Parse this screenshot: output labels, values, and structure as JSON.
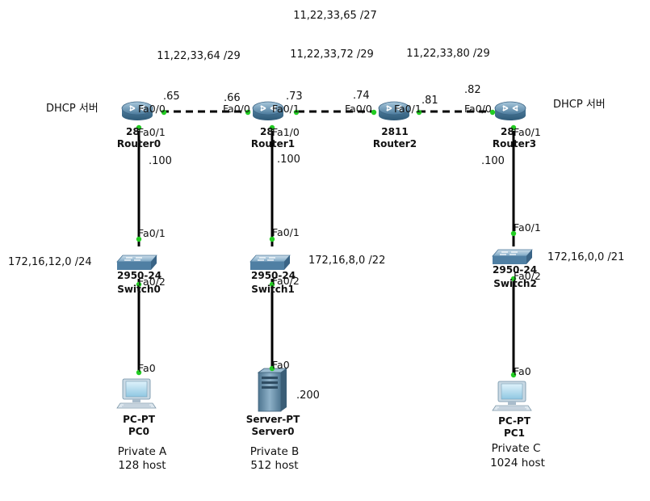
{
  "networks": {
    "top": "11,22,33,65 /27",
    "r0_r1": "11,22,33,64 /29",
    "r1_r2": "11,22,33,72 /29",
    "r2_r3": "11,22,33,80 /29",
    "lan_a": "172,16,12,0 /24",
    "lan_b": "172,16,8,0 /22",
    "lan_c": "172,16,0,0 /21"
  },
  "dhcp_labels": {
    "router0": "DHCP 서버",
    "router3": "DHCP 서버"
  },
  "addresses": {
    "r0_fa00": ".65",
    "r1_fa00": ".66",
    "r1_fa01": ".73",
    "r2_fa00": ".74",
    "r2_fa01": ".81",
    "r3_fa00": ".82",
    "r0_lan": ".100",
    "r1_lan": ".100",
    "r3_lan": ".100",
    "server": ".200"
  },
  "devices": {
    "router0": {
      "model": "28",
      "name": "Router0"
    },
    "router1": {
      "model": "28",
      "name": "Router1"
    },
    "router2": {
      "model": "2811",
      "name": "Router2"
    },
    "router3": {
      "model": "28",
      "name": "Router3"
    },
    "switch0": {
      "model": "2950-24",
      "name": "Switch0"
    },
    "switch1": {
      "model": "2950-24",
      "name": "Switch1"
    },
    "switch2": {
      "model": "2950-24",
      "name": "Switch2"
    },
    "pc0": {
      "model": "PC-PT",
      "name": "PC0"
    },
    "server0": {
      "model": "Server-PT",
      "name": "Server0"
    },
    "pc1": {
      "model": "PC-PT",
      "name": "PC1"
    }
  },
  "ports": {
    "r0_fa00": "Fa0/0",
    "r0_fa01": "Fa0/1",
    "r1_fa00": "Fa0/0",
    "r1_fa01": "Fa0/1",
    "r1_fa10": "Fa1/0",
    "r2_fa00": "Fa0/0",
    "r2_fa01": "Fa0/1",
    "r3_fa00": "Fa0/0",
    "r3_fa01": "Fa0/1",
    "sw0_fa01": "Fa0/1",
    "sw0_fa02": "Fa0/2",
    "sw1_fa01": "Fa0/1",
    "sw1_fa02": "Fa0/2",
    "sw2_fa01": "Fa0/1",
    "sw2_fa02": "Fa0/2",
    "pc0_fa0": "Fa0",
    "server0_fa0": "Fa0",
    "pc1_fa0": "Fa0"
  },
  "hosts": {
    "a": {
      "name": "Private A",
      "count": "128 host"
    },
    "b": {
      "name": "Private B",
      "count": "512 host"
    },
    "c": {
      "name": "Private C",
      "count": "1024 host"
    }
  },
  "colors": {
    "link": "#000000",
    "port_dot": "#22cc22",
    "router_body": "#5f8fb0",
    "switch_body": "#5b8db3"
  }
}
